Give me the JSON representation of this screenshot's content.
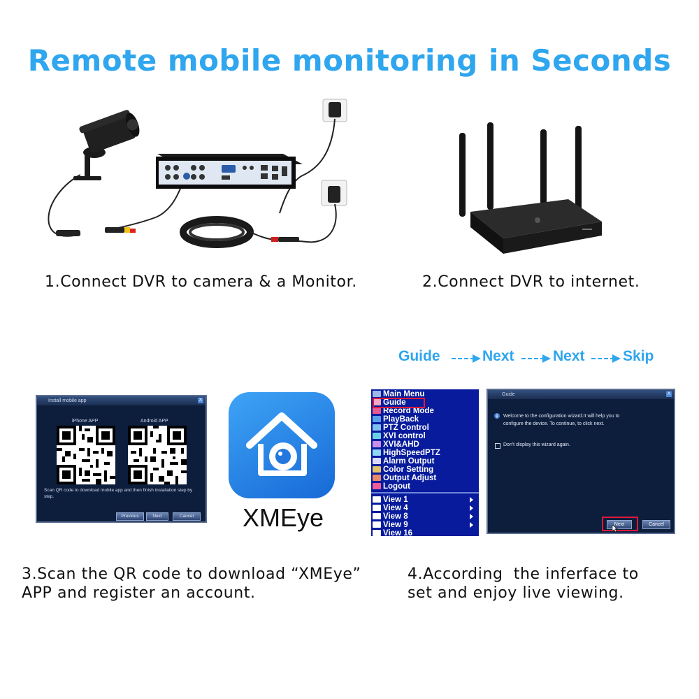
{
  "title": "Remote mobile monitoring in Seconds",
  "steps": {
    "step1": "1.Connect DVR to camera & a Monitor.",
    "step2": "2.Connect DVR to internet.",
    "step3_line1": "3.Scan the QR code to download “XMEye”",
    "step3_line2": "APP and register an account.",
    "step4_line1": "4.According  the inferface to",
    "step4_line2": "set and enjoy live viewing."
  },
  "flow": {
    "guide": "Guide",
    "next1": "Next",
    "next2": "Next",
    "skip": "Skip"
  },
  "qr_dialog": {
    "title": "Install mobile app",
    "close": "X",
    "iphone_label": "iPhone APP",
    "android_label": "Android APP",
    "note": "Scan QR code to download mobile app and then finish installation step by step.",
    "btn_previous": "Previous",
    "btn_next": "Next",
    "btn_cancel": "Cancel"
  },
  "app": {
    "name": "XMEye"
  },
  "main_menu": {
    "items": [
      {
        "label": "Main Menu"
      },
      {
        "label": "Guide"
      },
      {
        "label": "Record Mode"
      },
      {
        "label": "PlayBack"
      },
      {
        "label": "PTZ Control"
      },
      {
        "label": "XVI control"
      },
      {
        "label": "XVI&AHD"
      },
      {
        "label": "HighSpeedPTZ"
      },
      {
        "label": "Alarm Output"
      },
      {
        "label": "Color Setting"
      },
      {
        "label": "Output Adjust"
      },
      {
        "label": "Logout"
      }
    ],
    "views": [
      {
        "label": "View 1"
      },
      {
        "label": "View 4"
      },
      {
        "label": "View 8"
      },
      {
        "label": "View 9"
      },
      {
        "label": "View 16"
      }
    ]
  },
  "guide_dialog": {
    "title": "Guide",
    "close": "X",
    "message": "Welcome to the configuration wizard.It will help you to configure the device. To continue, to click next.",
    "checkbox": "Don't display this wizard again.",
    "btn_next": "Next",
    "btn_cancel": "Cancel"
  },
  "colors": {
    "accent": "#2fa6ee",
    "menu_bg": "#071b9c",
    "highlight": "#e0183a"
  }
}
